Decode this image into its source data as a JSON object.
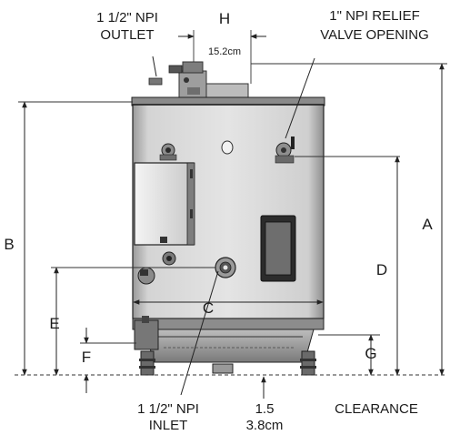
{
  "labels": {
    "outlet_line1": "1 1/2\" NPI",
    "outlet_line2": "OUTLET",
    "h_letter": "H",
    "h_dim": "15.2cm",
    "relief_line1": "1\" NPI RELIEF",
    "relief_line2": "VALVE OPENING",
    "a_letter": "A",
    "b_letter": "B",
    "c_letter": "C",
    "d_letter": "D",
    "e_letter": "E",
    "f_letter": "F",
    "g_letter": "G",
    "inlet_line1": "1 1/2\" NPI",
    "inlet_line2": "INLET",
    "clearance_line1": "1.5",
    "clearance_line2": "3.8cm",
    "clearance_word": "CLEARANCE"
  },
  "colors": {
    "cabinet_light": "#d9d9d9",
    "cabinet_mid": "#a6a6a6",
    "cabinet_dark": "#5c5c5c",
    "ink": "#1a1a1a"
  }
}
